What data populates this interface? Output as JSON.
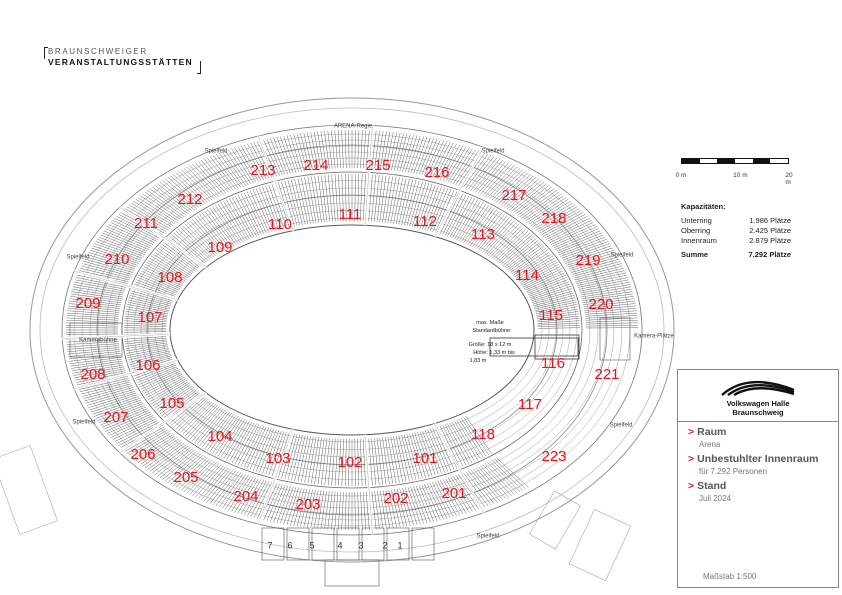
{
  "logo": {
    "line1": "BRAUNSCHWEIGER",
    "line2": "VERANSTALTUNGSSTÄTTEN"
  },
  "scale_bar": {
    "ticks": [
      "0 m",
      "10 m",
      "20 m"
    ]
  },
  "capacity": {
    "title": "Kapazitäten:",
    "rows": [
      {
        "label": "Unterring",
        "value": "1.986 Plätze"
      },
      {
        "label": "Oberring",
        "value": "2.425 Plätze"
      },
      {
        "label": "Innenraum",
        "value": "2.879 Plätze"
      }
    ],
    "total": {
      "label": "Summe",
      "value": "7.292 Plätze"
    }
  },
  "info_box": {
    "venue_name_line1": "Volkswagen Halle",
    "venue_name_line2": "Braunschweig",
    "items": [
      {
        "head": "Raum",
        "sub": "Arena"
      },
      {
        "head": "Unbestuhlter Innenraum",
        "sub": "für 7.292 Personen"
      },
      {
        "head": "Stand",
        "sub": "Juli 2024"
      }
    ],
    "scale_note": "Maßstab 1:500"
  },
  "stage_notes": {
    "title_line1": "max. Maße",
    "title_line2": "Standardbühne:",
    "size": "Größe: 18 x 12 m",
    "height_line1": "Höhe: 1,33 m bis",
    "height_line2": "1,83 m"
  },
  "area_labels": {
    "top_broadcast": "ARENA-Regie",
    "spielfeld_labels": [
      "Spielfeld",
      "Spielfeld",
      "Spielfeld",
      "Spielfeld",
      "Spielfeld",
      "Spielfeld",
      "Spielfeld"
    ],
    "kamera_left": "Kamerabühne",
    "kamera_right": "Kamera-Plätze"
  },
  "sections": {
    "lower": [
      "101",
      "102",
      "103",
      "104",
      "105",
      "106",
      "107",
      "108",
      "109",
      "110",
      "111",
      "112",
      "113",
      "114",
      "115",
      "116",
      "117",
      "118"
    ],
    "upper": [
      "201",
      "202",
      "203",
      "204",
      "205",
      "206",
      "207",
      "208",
      "209",
      "210",
      "211",
      "212",
      "213",
      "214",
      "215",
      "216",
      "217",
      "218",
      "219",
      "220",
      "221",
      "223"
    ],
    "boxes": [
      "1",
      "2",
      "3",
      "4",
      "5",
      "6",
      "7"
    ]
  },
  "colors": {
    "section_label": "#e8141c",
    "accent_arrow": "#e8141c",
    "seat_lines": "#555555"
  }
}
